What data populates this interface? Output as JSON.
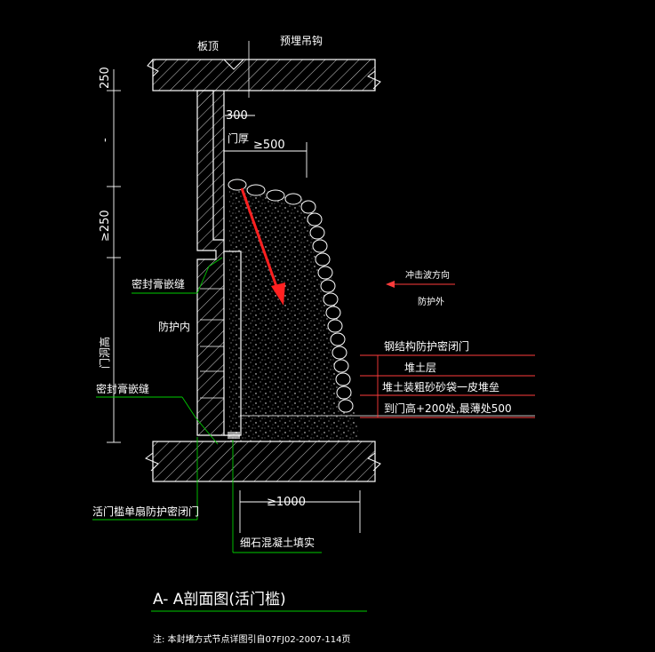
{
  "labels": {
    "slab_top": "板顶",
    "hook": "预埋吊钩",
    "door_thickness": "门厚",
    "sealant_upper": "密封膏嵌缝",
    "protect_inside": "防护内",
    "sealant_lower": "密封膏嵌缝",
    "door_height": "门洞高",
    "impact_direction": "冲击波方向",
    "protect_outside": "防护外",
    "steel_door": "钢结构防护密闭门",
    "soil_layer": "堆土层",
    "sandbag": "堆土装粗砂砂袋一皮堆垒",
    "fill_height": "到门高+200处,最薄处500",
    "threshold_door": "活门槛单扇防护密闭门",
    "fine_concrete": "细石混凝土填实"
  },
  "dimensions": {
    "top_250": "250",
    "d300": "300",
    "d500": "≥500",
    "d250": "≥250",
    "dash": "-",
    "d1000": "≥1000"
  },
  "title": "A- A剖面图(活门槛)",
  "note": "注: 本封堵方式节点详图引自07FJ02-2007-114页",
  "colors": {
    "background": "#000000",
    "line": "#ffffff",
    "leader": "#00cc00",
    "callout": "#ff3b3b",
    "arrow": "#ff2020"
  }
}
